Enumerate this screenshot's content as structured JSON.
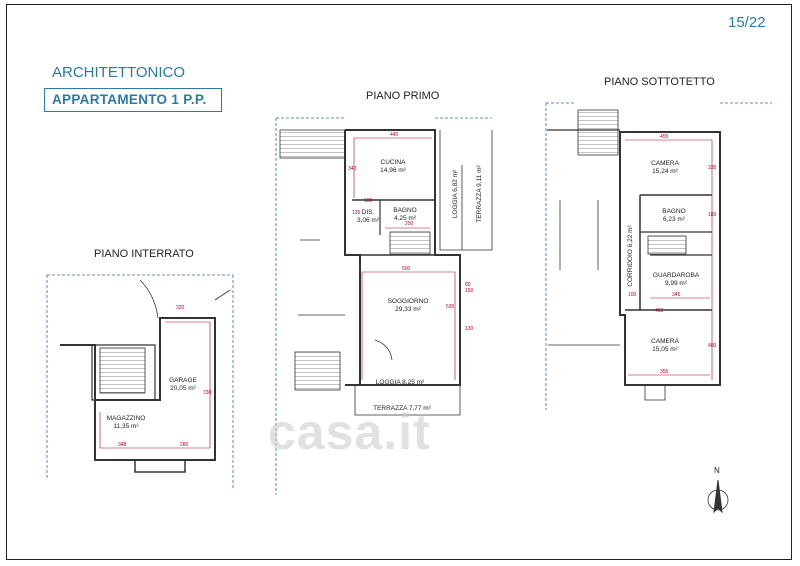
{
  "page_number": "15/22",
  "section_title": "ARCHITETTONICO",
  "apartment_label": "APPARTAMENTO 1 P.P.",
  "floors": {
    "interrato": {
      "title": "PIANO INTERRATO",
      "rooms": [
        {
          "name": "GARAGE",
          "area": "20,05 m²"
        },
        {
          "name": "MAGAZZINO",
          "area": "11,35 m²"
        }
      ],
      "dims": [
        "348",
        "280",
        "730",
        "320"
      ]
    },
    "primo": {
      "title": "PIANO PRIMO",
      "rooms": [
        {
          "name": "CUCINA",
          "area": "14,96 m²"
        },
        {
          "name": "DIS.",
          "area": "3,06 m²"
        },
        {
          "name": "BAGNO",
          "area": "4,25 m²"
        },
        {
          "name": "SOGGIORNO",
          "area": "29,33 m²"
        },
        {
          "name": "LOGGIA 8,25 m²"
        },
        {
          "name": "TERRAZZA 7,77 m²"
        },
        {
          "name": "LOGGIA 6,82 m²"
        },
        {
          "name": "TERRAZZA 9,11 m²"
        }
      ],
      "dims": [
        "440",
        "340",
        "180",
        "250",
        "135",
        "500",
        "530",
        "80",
        "150",
        "130"
      ]
    },
    "sottotetto": {
      "title": "PIANO SOTTOTETTO",
      "rooms": [
        {
          "name": "CAMERA",
          "area": "15,24 m²"
        },
        {
          "name": "BAGNO",
          "area": "6,23 m²"
        },
        {
          "name": "CORRIDOIO 6,22 m²"
        },
        {
          "name": "GUARDAROBA",
          "area": "9,99 m²"
        },
        {
          "name": "CAMERA",
          "area": "15,05 m²"
        }
      ],
      "dims": [
        "455",
        "335",
        "180",
        "345",
        "405",
        "355",
        "400",
        "100"
      ]
    }
  },
  "watermark": "casa.it",
  "north_label": "N"
}
